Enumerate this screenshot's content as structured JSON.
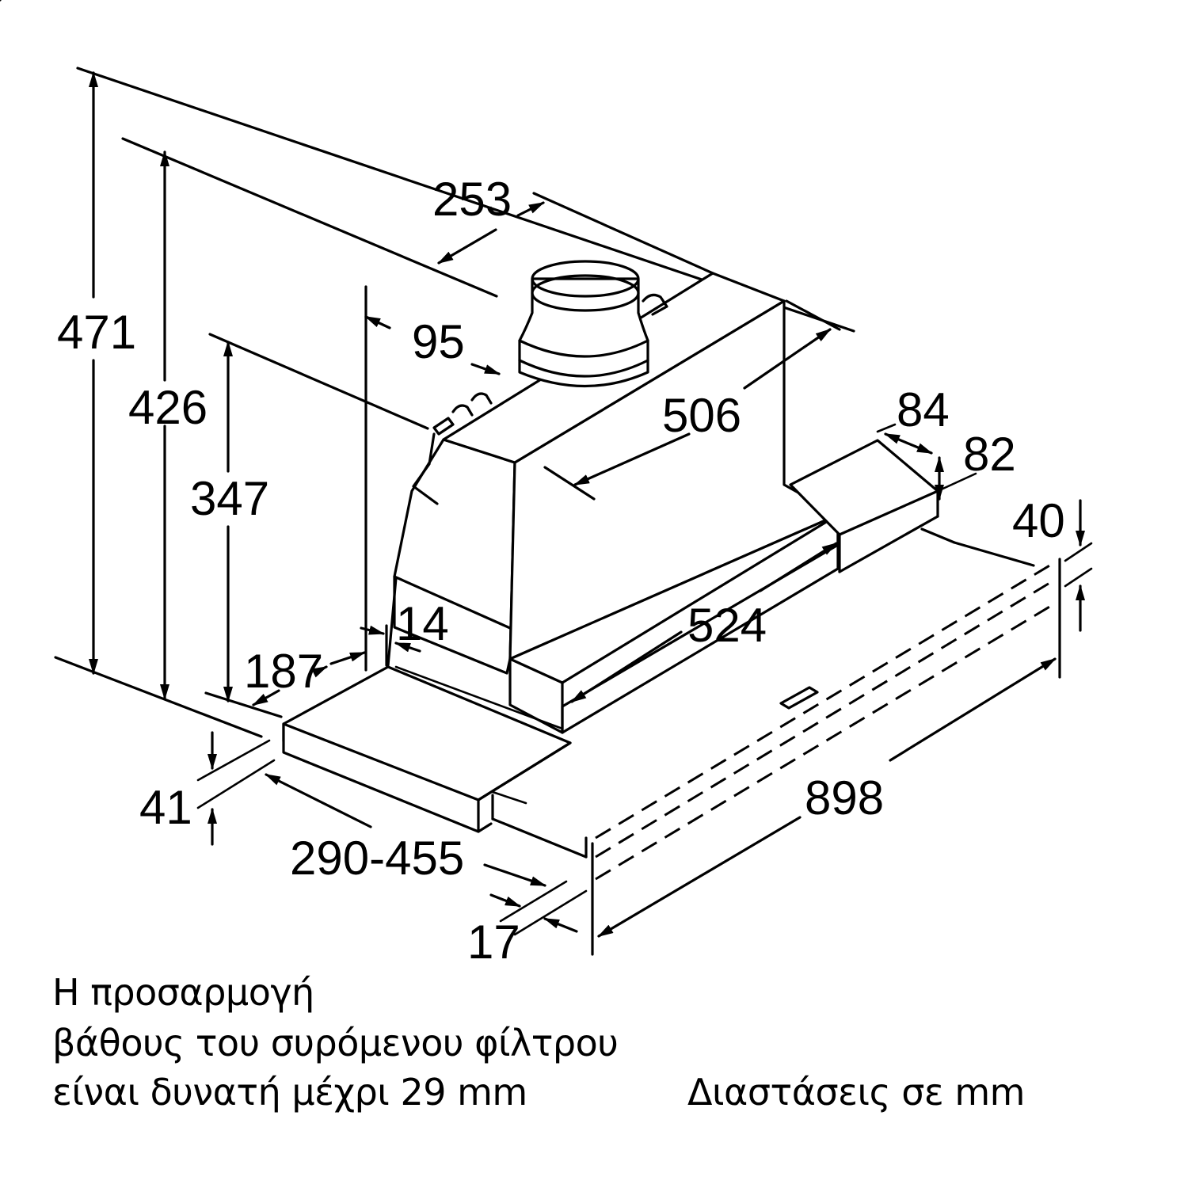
{
  "drawing": {
    "subject": "telescopic cooker hood dimension drawing",
    "dimensions": {
      "total_height": "471",
      "height_to_duct": "426",
      "housing_height": "347",
      "duct_offset_top": "253",
      "duct_offset_side": "95",
      "housing_depth": "506",
      "housing_width": "524",
      "filter_depth_offset": "187",
      "filter_gap": "14",
      "side_block_depth": "84",
      "side_block_height": "82",
      "front_panel_height_right": "40",
      "front_panel_height_left": "41",
      "pullout_range": "290-455",
      "front_lip": "17",
      "total_width": "898"
    }
  },
  "caption": {
    "note_line_1": "Η προσαρμογή",
    "note_line_2": "βάθους του συρόμενου φίλτρου",
    "note_line_3": "είναι δυνατή μέχρι 29 mm",
    "units_note": "Διαστάσεις σε mm"
  }
}
